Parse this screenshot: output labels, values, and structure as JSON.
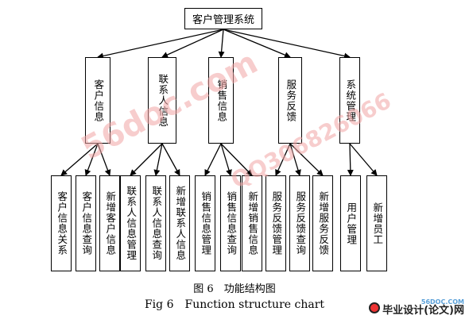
{
  "root": {
    "label": "客户管理系统"
  },
  "modules": [
    {
      "label": "客户信息",
      "children": [
        "客户信息关系",
        "客户信息查询",
        "新增客户信息"
      ]
    },
    {
      "label": "联系人信息",
      "children": [
        "联系人信息管理",
        "联系人信息查询",
        "新增联系人信息"
      ]
    },
    {
      "label": "销售信息",
      "children": [
        "销售信息管理",
        "销售信息查询",
        "新增销售信息"
      ]
    },
    {
      "label": "服务反馈",
      "children": [
        "服务反馈管理",
        "服务反馈查询",
        "新增服务反馈"
      ]
    },
    {
      "label": "系统管理",
      "children": [
        "用户管理",
        "新增员工"
      ]
    }
  ],
  "caption": {
    "cn": "图 6　功能结构图",
    "en": "Fig 6　Function structure chart"
  },
  "watermarks": {
    "site": "56doc.com",
    "phone": "QQ306826066",
    "corner_site": "56DOC.COM",
    "corner_brand": "毕业设计(论文)网"
  },
  "colors": {
    "watermark": "#f2a6a6",
    "corner_site": "#5aa0d8",
    "corner_brand": "#222222"
  }
}
